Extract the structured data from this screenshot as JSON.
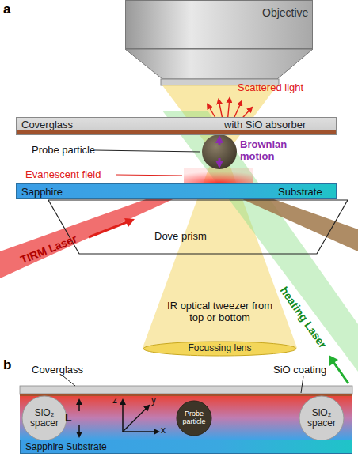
{
  "diagram": {
    "nodes": [
      {
        "text": [
          "Objective"
        ]
      },
      {
        "text": [
          "Coverglass",
          "with SiO absorber"
        ]
      },
      {
        "text": [
          "Sapphire",
          "Substrate"
        ]
      },
      {
        "text": [
          "Dove prism"
        ]
      },
      {
        "text": [
          "Focussing lens"
        ]
      },
      {
        "text": [
          "SiO₂ spacer"
        ]
      },
      {
        "text": [
          "Probe particle"
        ]
      },
      {
        "text": [
          "SiO₂ spacer"
        ]
      },
      {
        "text": [
          "Sapphire Substrate"
        ]
      }
    ],
    "labels": [
      "a",
      "Scattered light",
      "Probe particle",
      "Brownian motion",
      "Evanescent field",
      "TIRM Laser",
      "IR optical tweezer from top or bottom",
      "heating Laser",
      "b",
      "Coverglass",
      "SiO coating",
      "L",
      "z",
      "y",
      "x"
    ]
  }
}
